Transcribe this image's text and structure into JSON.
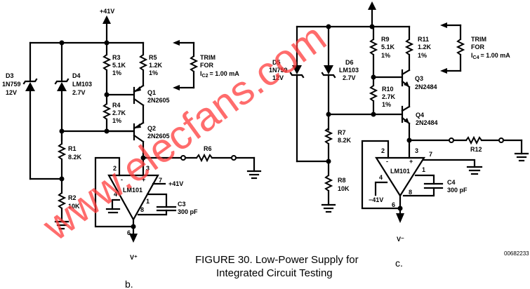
{
  "figure": {
    "caption_line1": "FIGURE 30. Low-Power Supply for",
    "caption_line2": "Integrated Circuit Testing",
    "reference_code": "00682233",
    "watermark": "www.elecfans.com"
  },
  "circuit_b": {
    "label": "b.",
    "supply_top": "+41V",
    "output_label": "V⁺",
    "trim_note": [
      "TRIM",
      "FOR",
      "I",
      "C2",
      "= 1.00 mA"
    ],
    "components": {
      "D3": {
        "name": "D3",
        "part": "1N759",
        "value": "12V"
      },
      "D4": {
        "name": "D4",
        "part": "LM103",
        "value": "2.7V"
      },
      "R1": {
        "name": "R1",
        "value": "8.2K"
      },
      "R2": {
        "name": "R2",
        "value": "10K"
      },
      "R3": {
        "name": "R3",
        "value": "5.1K",
        "tol": "1%"
      },
      "R4": {
        "name": "R4",
        "value": "2.7K",
        "tol": "1%"
      },
      "R5": {
        "name": "R5",
        "value": "1.2K",
        "tol": "1%"
      },
      "R6": {
        "name": "R6"
      },
      "Q1": {
        "name": "Q1",
        "part": "2N2605"
      },
      "Q2": {
        "name": "Q2",
        "part": "2N2605"
      },
      "C3": {
        "name": "C3",
        "value": "300 pF"
      },
      "U": {
        "name": "LM101",
        "pins": {
          "p2": "2",
          "p3": "3",
          "p7": "7",
          "p4": "4",
          "p1": "1",
          "p8": "8",
          "p6": "6"
        },
        "minus": "-",
        "plus": "+",
        "pin7_supply": "+41V"
      }
    }
  },
  "circuit_c": {
    "label": "c.",
    "output_label": "V⁻",
    "trim_note": [
      "TRIM",
      "FOR",
      "I",
      "C4",
      "= 1.00 mA"
    ],
    "components": {
      "D5": {
        "name": "D5",
        "part": "1N759",
        "value": "12V"
      },
      "D6": {
        "name": "D6",
        "part": "LM103",
        "value": "2.7V"
      },
      "R7": {
        "name": "R7",
        "value": "8.2K"
      },
      "R8": {
        "name": "R8",
        "value": "10K"
      },
      "R9": {
        "name": "R9",
        "value": "5.1K",
        "tol": "1%"
      },
      "R10": {
        "name": "R10",
        "value": "2.7K",
        "tol": "1%"
      },
      "R11": {
        "name": "R11",
        "value": "1.2K",
        "tol": "1%"
      },
      "R12": {
        "name": "R12"
      },
      "Q3": {
        "name": "Q3",
        "part": "2N2484"
      },
      "Q4": {
        "name": "Q4",
        "part": "2N2484"
      },
      "C4": {
        "name": "C4",
        "value": "300 pF"
      },
      "U": {
        "name": "LM101",
        "pins": {
          "p2": "2",
          "p3": "3",
          "p7": "7",
          "p4": "4",
          "p1": "1",
          "p8": "8",
          "p6": "6"
        },
        "minus": "-",
        "plus": "+",
        "pin4_supply": "−41V"
      }
    }
  }
}
